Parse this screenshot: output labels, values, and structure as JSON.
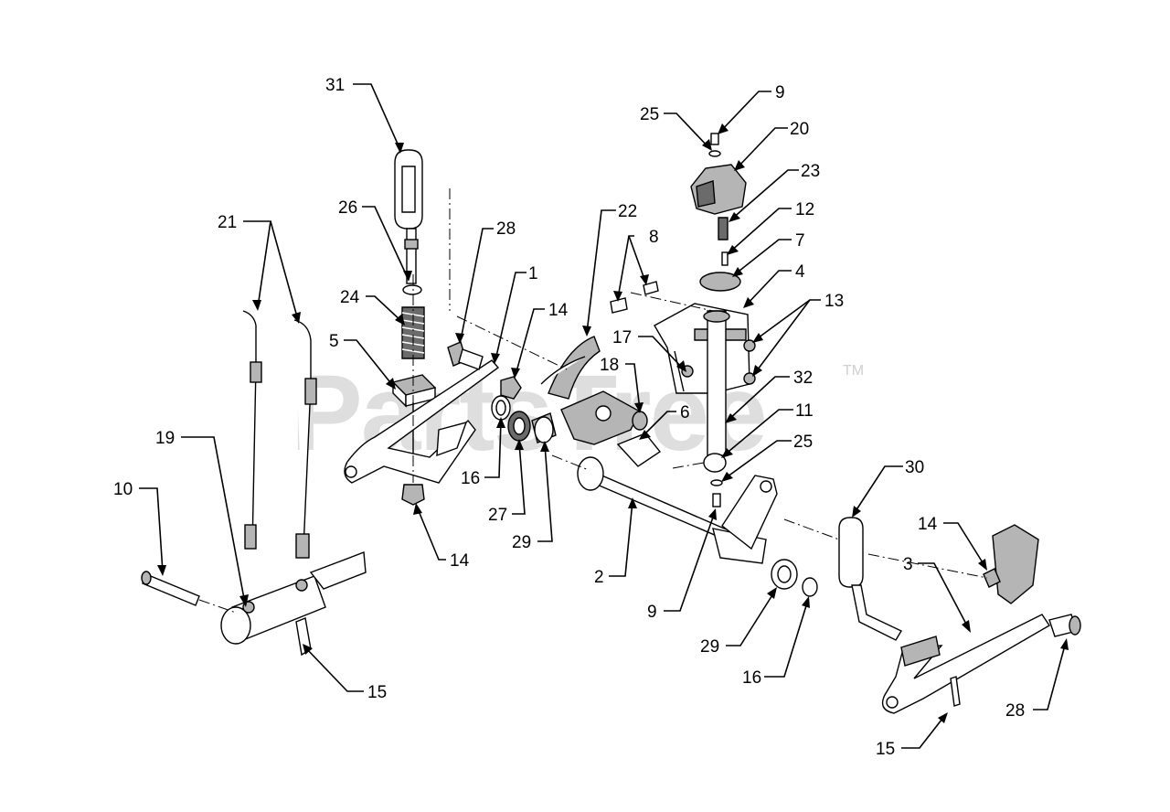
{
  "diagram": {
    "watermark": "PartsTree",
    "watermark_mark": "TM",
    "callouts": [
      "31",
      "26",
      "28",
      "24",
      "5",
      "21",
      "19",
      "10",
      "15",
      "14",
      "1",
      "16",
      "27",
      "29",
      "22",
      "8",
      "17",
      "18",
      "6",
      "2",
      "9",
      "25",
      "20",
      "23",
      "12",
      "7",
      "4",
      "13",
      "32",
      "11",
      "30",
      "3",
      "28",
      "15"
    ],
    "callout_list": [
      {
        "id": "31",
        "label": "31"
      },
      {
        "id": "26",
        "label": "26"
      },
      {
        "id": "28a",
        "label": "28"
      },
      {
        "id": "24",
        "label": "24"
      },
      {
        "id": "5",
        "label": "5"
      },
      {
        "id": "21",
        "label": "21"
      },
      {
        "id": "19",
        "label": "19"
      },
      {
        "id": "10",
        "label": "10"
      },
      {
        "id": "15a",
        "label": "15"
      },
      {
        "id": "14a",
        "label": "14"
      },
      {
        "id": "1",
        "label": "1"
      },
      {
        "id": "14b",
        "label": "14"
      },
      {
        "id": "16a",
        "label": "16"
      },
      {
        "id": "27",
        "label": "27"
      },
      {
        "id": "29a",
        "label": "29"
      },
      {
        "id": "22",
        "label": "22"
      },
      {
        "id": "8",
        "label": "8"
      },
      {
        "id": "17",
        "label": "17"
      },
      {
        "id": "18",
        "label": "18"
      },
      {
        "id": "6",
        "label": "6"
      },
      {
        "id": "2",
        "label": "2"
      },
      {
        "id": "9a",
        "label": "9"
      },
      {
        "id": "29b",
        "label": "29"
      },
      {
        "id": "16b",
        "label": "16"
      },
      {
        "id": "9b",
        "label": "9"
      },
      {
        "id": "25a",
        "label": "25"
      },
      {
        "id": "20",
        "label": "20"
      },
      {
        "id": "23",
        "label": "23"
      },
      {
        "id": "12",
        "label": "12"
      },
      {
        "id": "7",
        "label": "7"
      },
      {
        "id": "4",
        "label": "4"
      },
      {
        "id": "13",
        "label": "13"
      },
      {
        "id": "32",
        "label": "32"
      },
      {
        "id": "11",
        "label": "11"
      },
      {
        "id": "25b",
        "label": "25"
      },
      {
        "id": "30",
        "label": "30"
      },
      {
        "id": "14c",
        "label": "14"
      },
      {
        "id": "3",
        "label": "3"
      },
      {
        "id": "28b",
        "label": "28"
      },
      {
        "id": "15b",
        "label": "15"
      }
    ]
  }
}
